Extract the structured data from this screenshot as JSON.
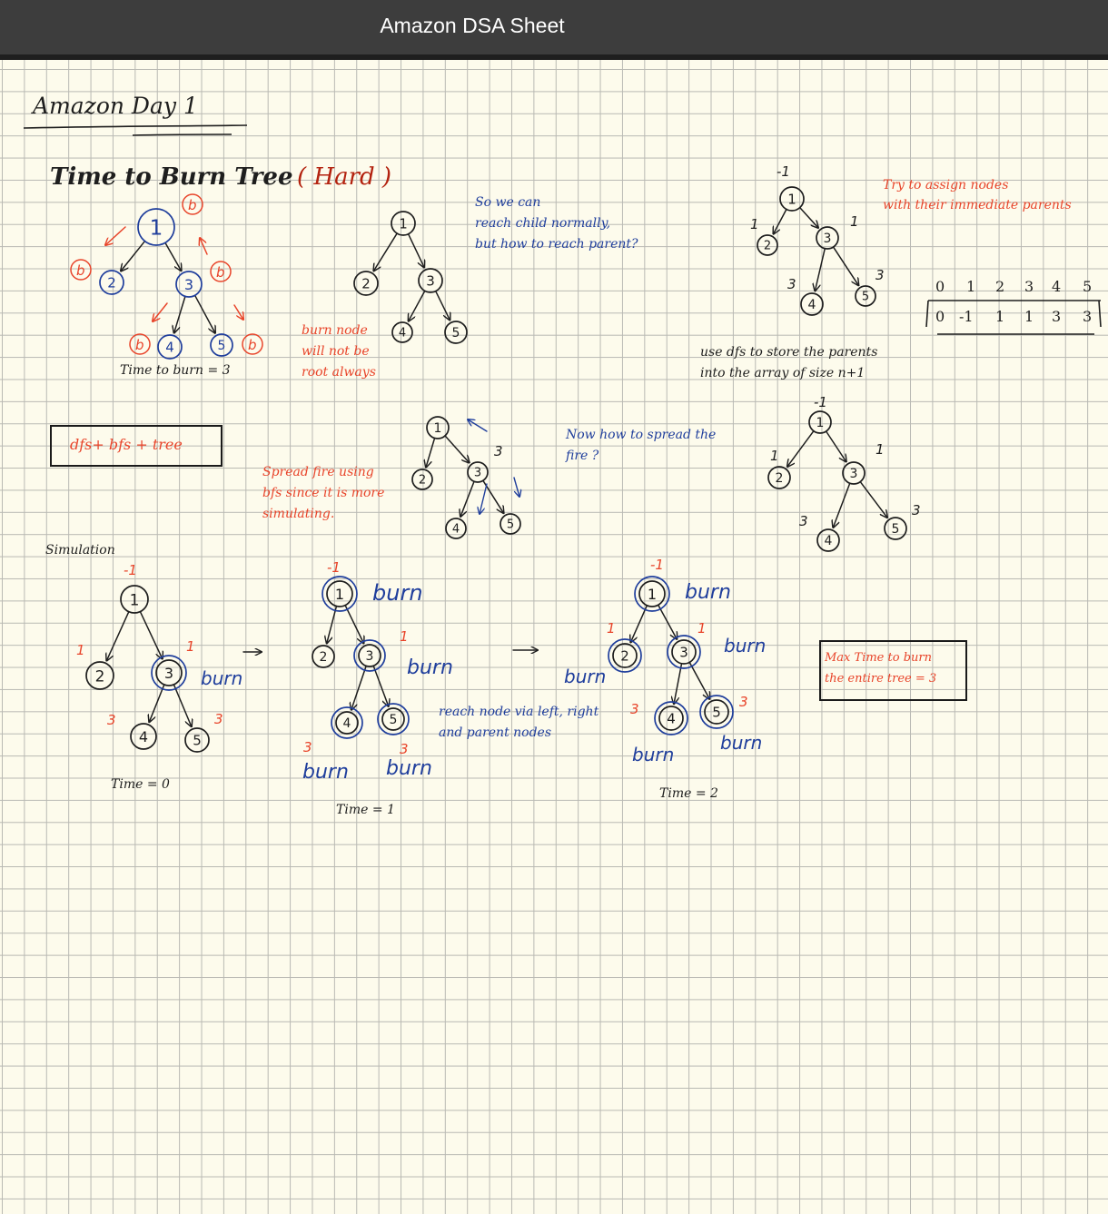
{
  "window": {
    "title": "Amazon DSA Sheet"
  },
  "page": {
    "heading": "Amazon Day 1",
    "problem_title": "Time to Burn Tree",
    "difficulty": "( Hard )",
    "time_to_burn_caption": "Time to burn = 3",
    "burn_node_note": [
      "burn node",
      "will not be",
      "root always"
    ],
    "reach_child_note": [
      "So we can",
      "reach child normally,",
      "but how to reach parent?"
    ],
    "assign_parents_note": [
      "Try to assign nodes",
      "with their immediate parents"
    ],
    "dfs_note": [
      "use dfs to store the parents",
      "into the array of size n+1"
    ],
    "approach_box": "dfs+ bfs + tree",
    "spread_fire_note": [
      "Spread fire using",
      "bfs since it is more",
      "simulating."
    ],
    "spread_question": [
      "Now how to spread the",
      "fire ?"
    ],
    "simulation_label": "Simulation",
    "reach_node_note": [
      "reach node via left, right",
      "and parent nodes"
    ],
    "result_box": [
      "Max Time to burn",
      "the entire tree = 3"
    ],
    "time_labels": [
      "Time = 0",
      "Time = 1",
      "Time = 2"
    ],
    "burn_word": "burn",
    "parent_table": {
      "indices": [
        "0",
        "1",
        "2",
        "3",
        "4",
        "5"
      ],
      "values": [
        "0",
        "-1",
        "1",
        "1",
        "3",
        "3"
      ]
    },
    "node_labels": [
      "1",
      "2",
      "3",
      "4",
      "5"
    ],
    "edge_weight_labels": [
      "-1",
      "1",
      "3"
    ],
    "burn_markers": "b"
  },
  "colors": {
    "black_ink": "#1e1e1e",
    "blue_ink": "#1f3e9c",
    "red_ink": "#e8442a",
    "dark_red_ink": "#b3220f",
    "grid": "#b9b9b3",
    "paper": "#fdfbec",
    "titlebar": "#3d3d3d"
  }
}
